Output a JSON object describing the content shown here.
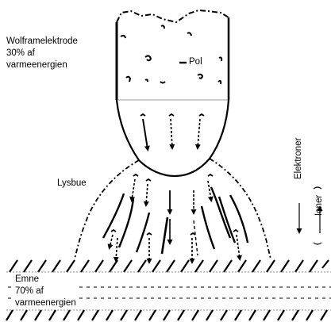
{
  "labels": {
    "electrode_line1": "Wolframelektrode",
    "electrode_line2": "30% af",
    "electrode_line3": "varmeenergien",
    "pol": "Pol",
    "arc": "Lysbue",
    "workpiece_line1": "Emne",
    "workpiece_line2": "70% af",
    "workpiece_line3": "varmeenergien",
    "electrons": "Elektroner",
    "ions": "Ioner"
  }
}
